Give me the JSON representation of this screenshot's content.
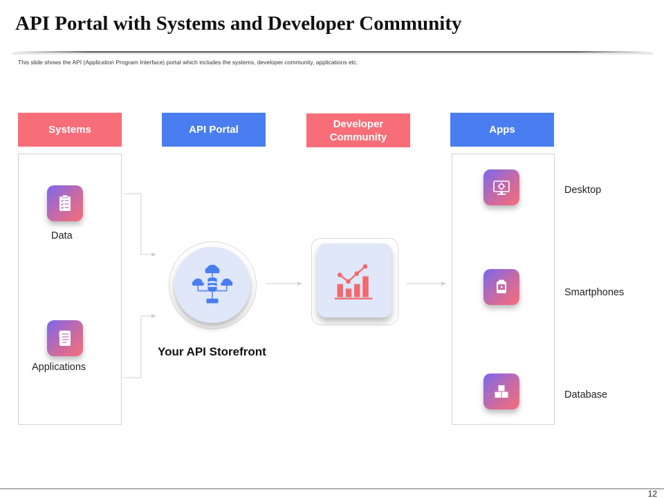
{
  "title": "API Portal with Systems and Developer Community",
  "subtitle": "This slide shows the API (Application Program Interface) portal which includes the systems, developer community, applications etc.",
  "headers": {
    "systems": "Systems",
    "api_portal": "API Portal",
    "developer_community": "Developer Community",
    "apps": "Apps"
  },
  "systems": {
    "items": [
      {
        "label": "Data",
        "icon": "clipboard-checklist-icon"
      },
      {
        "label": "Applications",
        "icon": "document-list-icon"
      }
    ]
  },
  "api_portal": {
    "icon": "cloud-network-database-icon",
    "caption": "Your API Storefront"
  },
  "developer_community": {
    "icon": "bar-chart-growth-icon"
  },
  "apps": {
    "items": [
      {
        "label": "Desktop",
        "icon": "desktop-monitor-icon"
      },
      {
        "label": "Smartphones",
        "icon": "smartphone-video-icon"
      },
      {
        "label": "Database",
        "icon": "blocks-database-icon"
      }
    ]
  },
  "page_number": "12",
  "colors": {
    "coral": "#f76d78",
    "blue": "#4a7ef0",
    "tile_bg": "#dfe7f9",
    "icon_blue": "#4a7ef0",
    "icon_coral": "#f06a6e"
  }
}
